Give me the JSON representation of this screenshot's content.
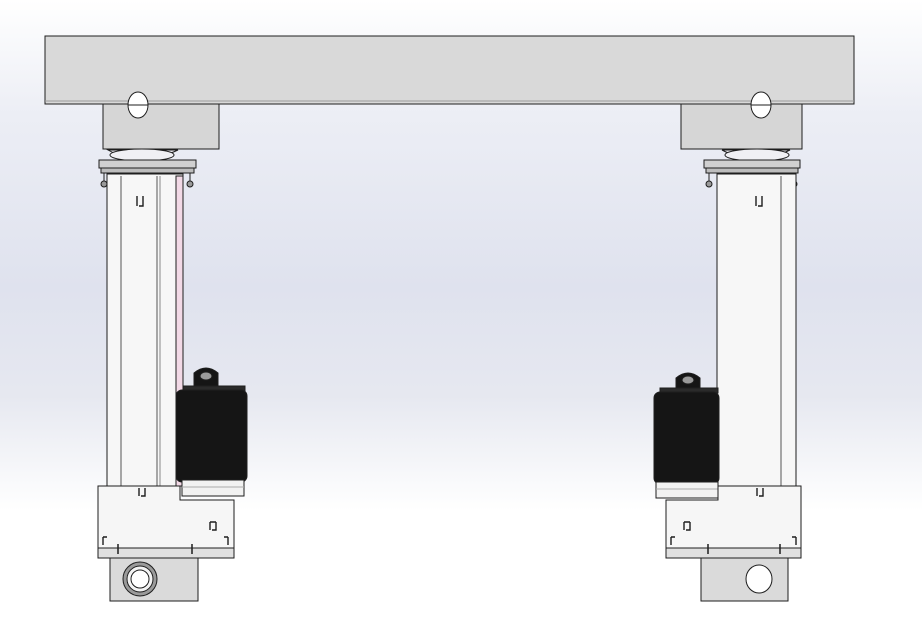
{
  "view": {
    "background_top": "#ffffff",
    "background_mid": "#dfe2ee",
    "background_bottom": "#ffffff"
  },
  "colors": {
    "part_gray": "#d9d9d9",
    "part_white": "#f7f7f7",
    "motor_black": "#151515",
    "edge": "#1e1e1e",
    "highlight_pink": "#f2d9e6"
  },
  "assembly": {
    "parts": [
      "top-crossbar",
      "left-linear-actuator",
      "right-linear-actuator"
    ],
    "left_actuator": {
      "bottom_mount_hole": "circular-bore"
    },
    "right_actuator": {
      "bottom_mount_hole": "circular-bore"
    }
  }
}
